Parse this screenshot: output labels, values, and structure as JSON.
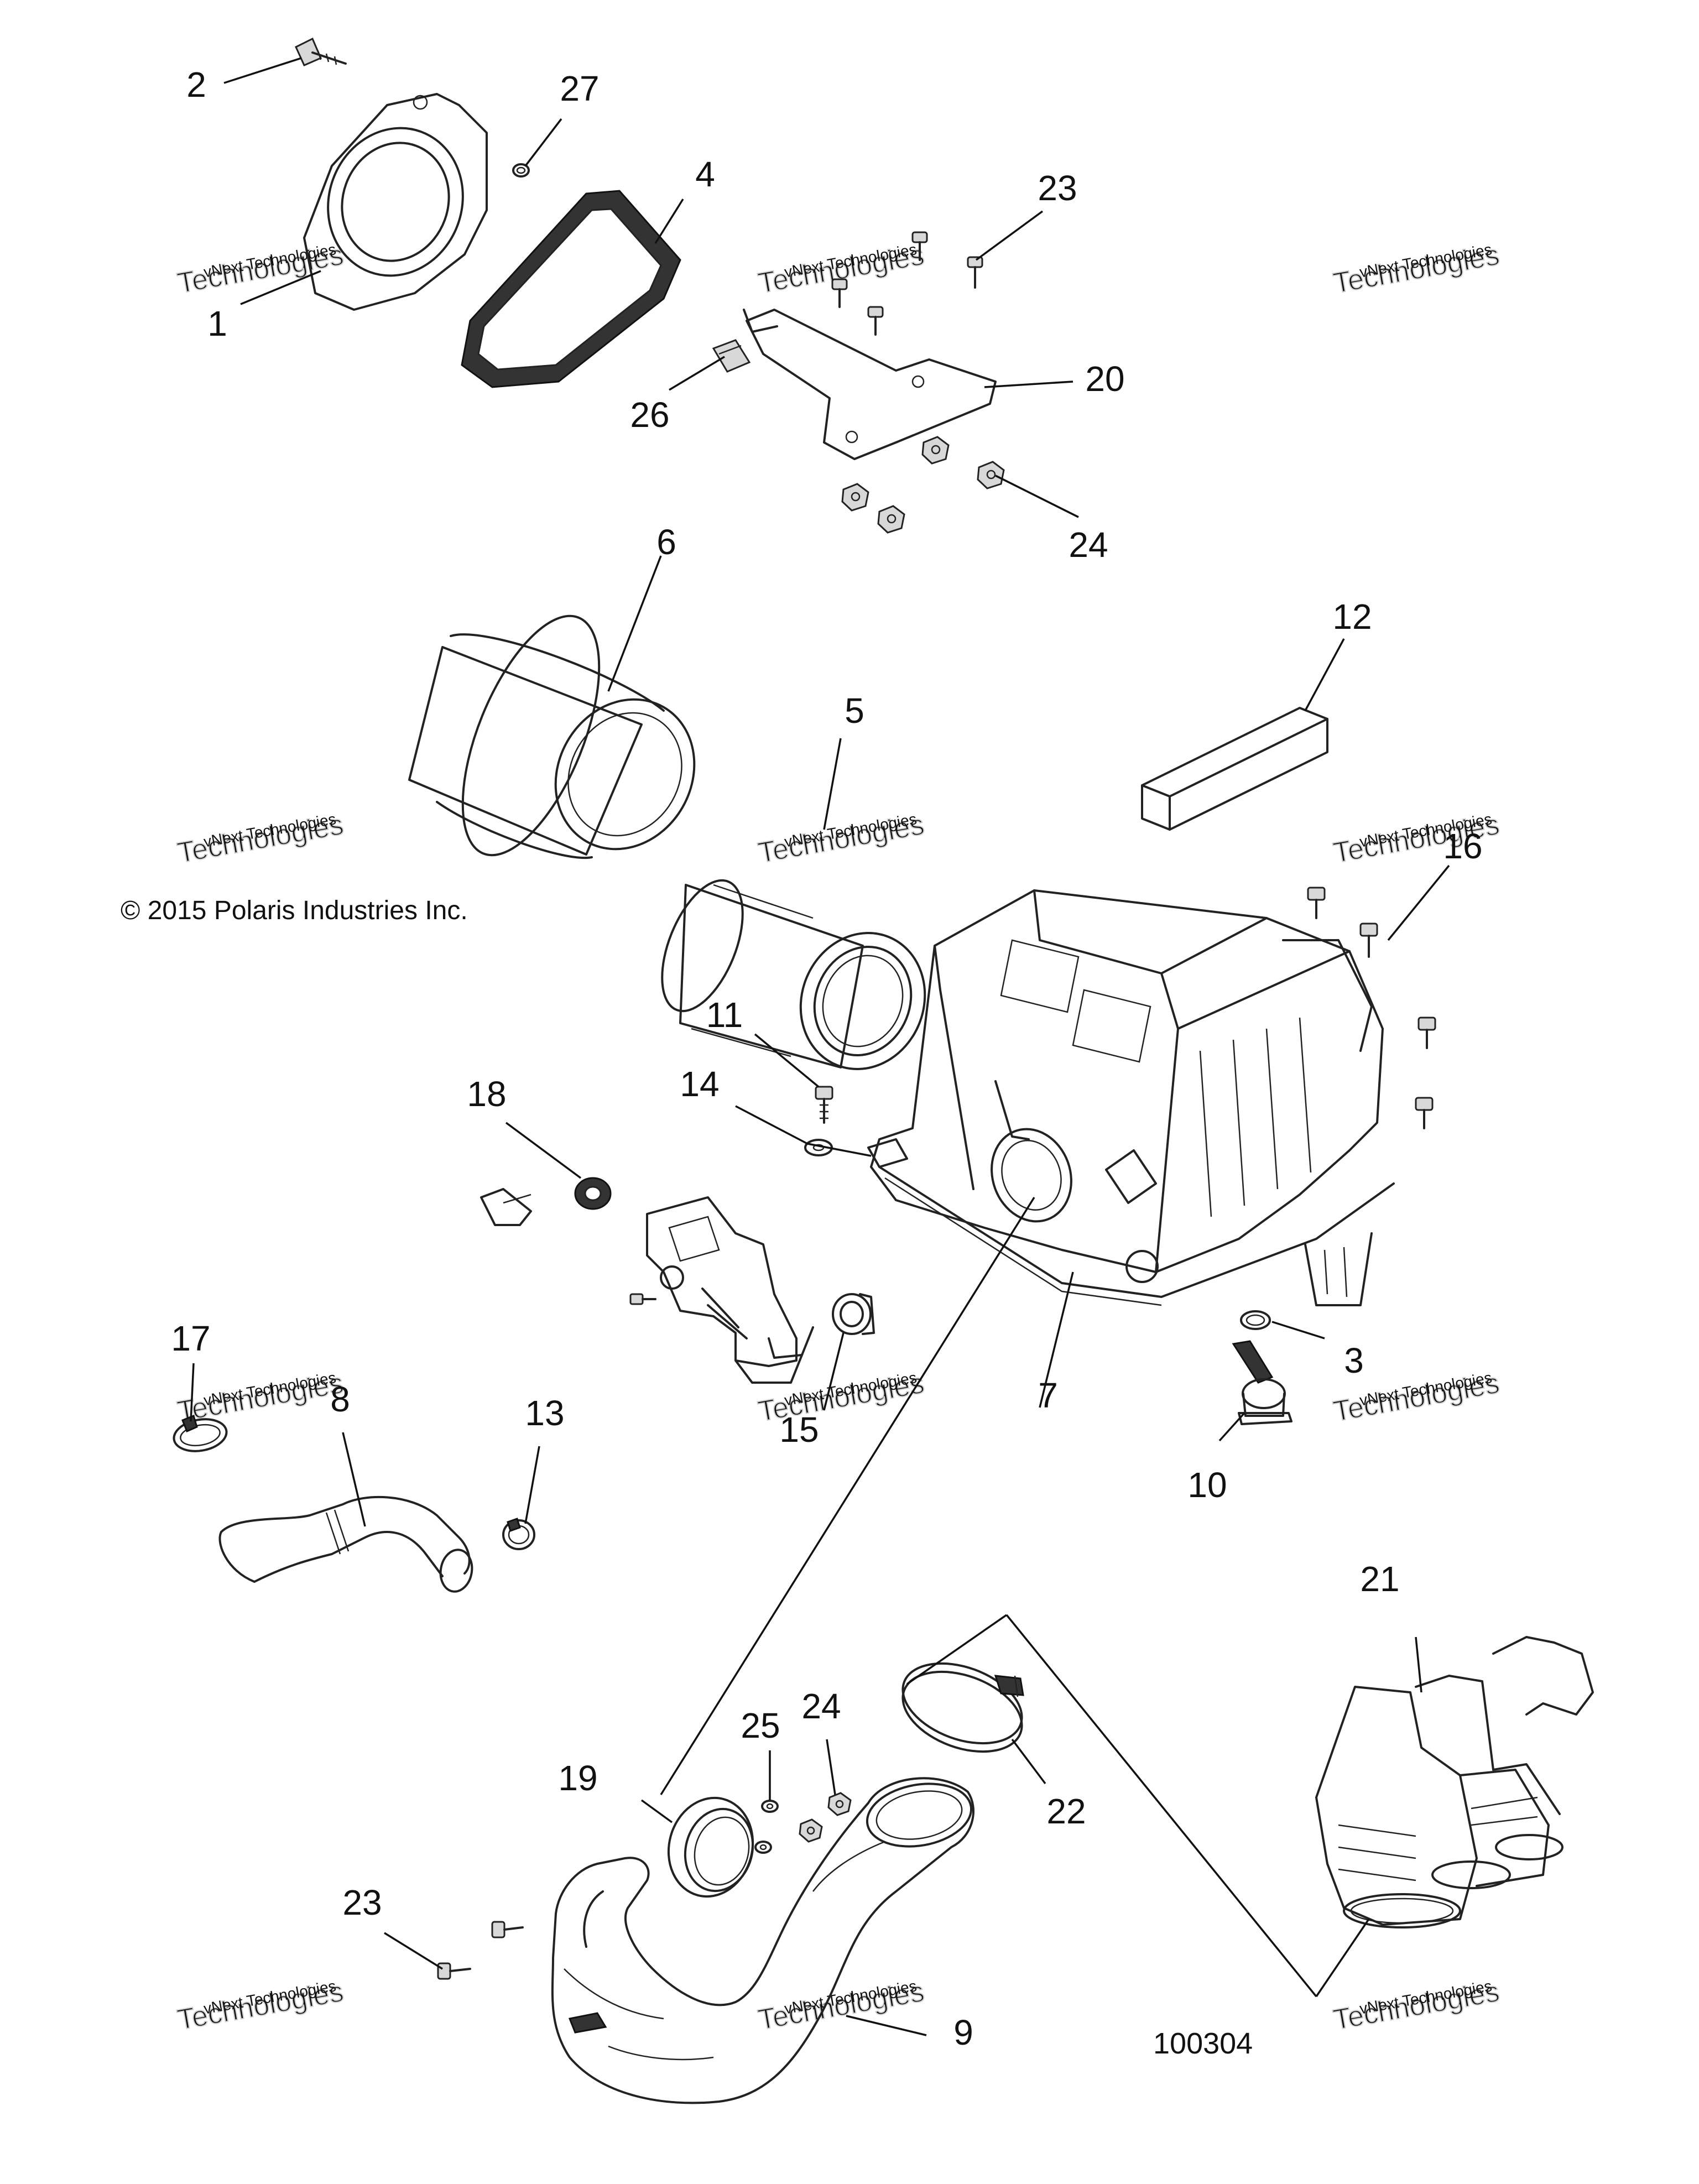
{
  "copyright": "© 2015 Polaris Industries Inc.",
  "figure_id": "100304",
  "watermark": {
    "line1": "vNext Technologies",
    "line2": "Technologies"
  },
  "callouts": [
    "2",
    "27",
    "4",
    "23",
    "1",
    "26",
    "20",
    "24",
    "6",
    "12",
    "5",
    "16",
    "11",
    "18",
    "14",
    "17",
    "8",
    "13",
    "15",
    "7",
    "3",
    "10",
    "21",
    "25",
    "24",
    "19",
    "22",
    "23",
    "9"
  ]
}
